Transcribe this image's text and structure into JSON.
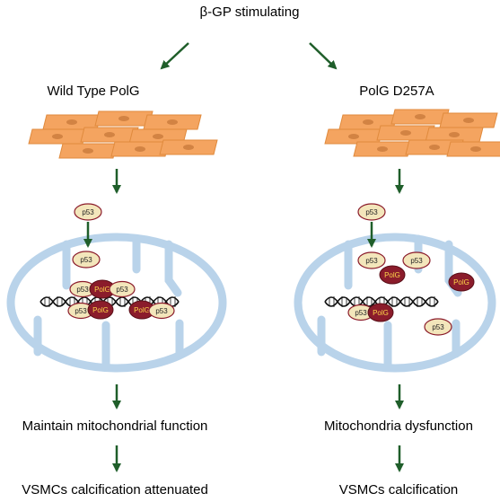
{
  "stimulus": "β-GP stimulating",
  "left": {
    "title": "Wild Type PolG",
    "outcome1": "Maintain mitochondrial function",
    "outcome2": "VSMCs calcification attenuated"
  },
  "right": {
    "title": "PolG D257A",
    "outcome1": "Mitochondria dysfunction",
    "outcome2": "VSMCs calcification"
  },
  "labels": {
    "p53": "p53",
    "polg": "PolG"
  },
  "colors": {
    "arrow": "#1f5e2a",
    "cell_fill": "#f4a460",
    "mito": "#b9d3ea",
    "p53_fill": "#f3e6bb",
    "polg_fill": "#8b1c2b",
    "polg_text": "#ffd84a"
  }
}
